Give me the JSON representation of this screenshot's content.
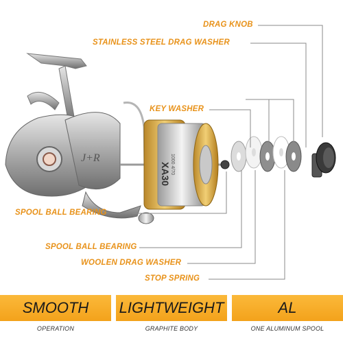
{
  "callouts": {
    "drag_knob": "DRAG KNOB",
    "stainless_washer": "STAINLESS STEEL DRAG WASHER",
    "key_washer": "KEY WASHER",
    "spool_bearing_1": "SPOOL BALL BEARING",
    "spool_bearing_2": "SPOOL BALL BEARING",
    "woolen_washer": "WOOLEN DRAG WASHER",
    "stop_spring": "STOP SPRING"
  },
  "spool_text": {
    "model": "XA30",
    "size": "1000 4/70"
  },
  "features": [
    {
      "title": "SMOOTH",
      "subtitle": "OPERATION"
    },
    {
      "title": "LIGHTWEIGHT",
      "subtitle": "GRAPHITE BODY"
    },
    {
      "title": "AL",
      "subtitle": "ONE ALUMINUM SPOOL"
    }
  ],
  "colors": {
    "accent": "#e8921a",
    "banner": "#f5a623",
    "reel_body": "#b9b9b9",
    "spool_gold": "#e0b44a"
  }
}
